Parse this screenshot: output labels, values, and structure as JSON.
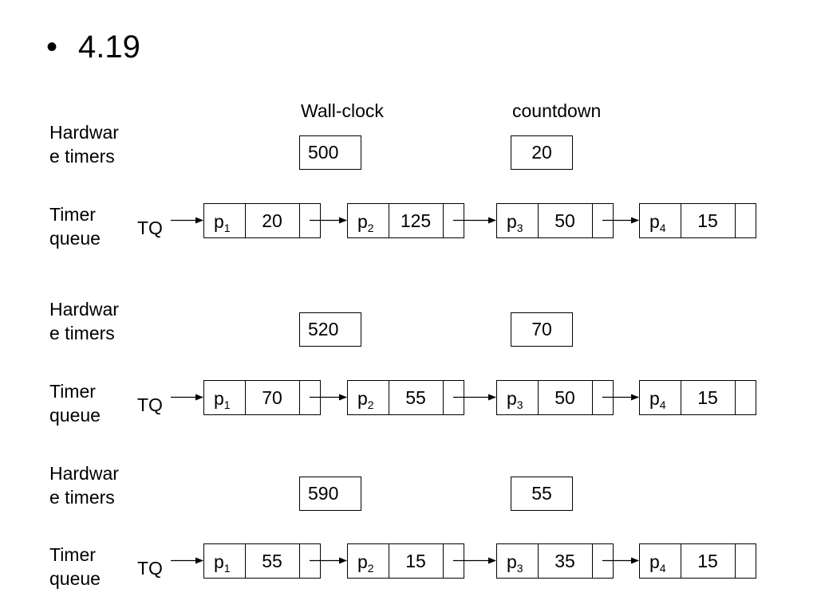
{
  "title": {
    "bullet": "•",
    "text": "4.19"
  },
  "columns": {
    "wall_clock": "Wall-clock",
    "countdown": "countdown"
  },
  "labels": {
    "hardware": "Hardwar\ne timers",
    "timer_queue": "Timer\nqueue",
    "tq": "TQ"
  },
  "snapshots": [
    {
      "wall_clock": "500",
      "countdown": "20",
      "queue": [
        {
          "name": "p",
          "sub": "1",
          "value": "20"
        },
        {
          "name": "p",
          "sub": "2",
          "value": "125"
        },
        {
          "name": "p",
          "sub": "3",
          "value": "50"
        },
        {
          "name": "p",
          "sub": "4",
          "value": "15"
        }
      ]
    },
    {
      "wall_clock": "520",
      "countdown": "70",
      "queue": [
        {
          "name": "p",
          "sub": "1",
          "value": "70"
        },
        {
          "name": "p",
          "sub": "2",
          "value": "55"
        },
        {
          "name": "p",
          "sub": "3",
          "value": "50"
        },
        {
          "name": "p",
          "sub": "4",
          "value": "15"
        }
      ]
    },
    {
      "wall_clock": "590",
      "countdown": "55",
      "queue": [
        {
          "name": "p",
          "sub": "1",
          "value": "55"
        },
        {
          "name": "p",
          "sub": "2",
          "value": "15"
        },
        {
          "name": "p",
          "sub": "3",
          "value": "35"
        },
        {
          "name": "p",
          "sub": "4",
          "value": "15"
        }
      ]
    }
  ]
}
